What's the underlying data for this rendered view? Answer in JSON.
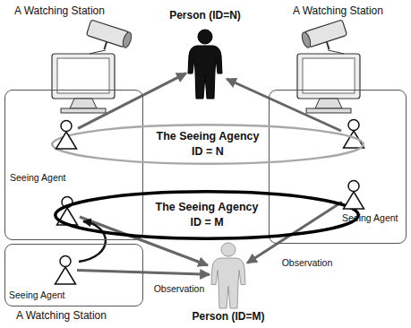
{
  "diagram": {
    "nodes": [
      {
        "text": [
          "Person (ID=N)"
        ]
      },
      {
        "text": [
          "A Watching Station"
        ]
      },
      {
        "text": [
          "A Watching Station"
        ]
      },
      {
        "text": [
          "The Seeing Agency",
          "ID = N"
        ]
      },
      {
        "text": [
          "The Seeing Agency",
          "ID = M"
        ]
      },
      {
        "text": [
          "Seeing Agent"
        ],
        "in": 1
      },
      {
        "text": [
          "Seeing Agent"
        ],
        "in": 2
      },
      {
        "text": [
          "A Watching Station"
        ]
      },
      {
        "text": [
          "Seeing Agent"
        ],
        "in": 7
      },
      {
        "text": [
          "Person (ID=M)"
        ]
      }
    ],
    "edges": [
      {
        "from": 5,
        "to": 0,
        "arrow": "to"
      },
      {
        "from": 6,
        "to": 9,
        "label": "Observation",
        "arrow": "to"
      },
      {
        "from": 8,
        "to": 9,
        "label": "Observation",
        "arrow": "to"
      }
    ]
  }
}
